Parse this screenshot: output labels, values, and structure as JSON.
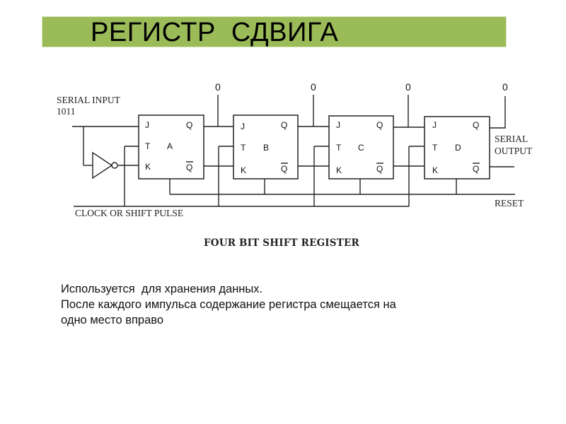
{
  "slide": {
    "title": "РЕГИСТР  СДВИГА",
    "title_bg_color": "#9bbb59"
  },
  "diagram": {
    "serial_input_label": "SERIAL  INPUT",
    "serial_input_value": "1011",
    "serial_output_label_line1": "SERIAL",
    "serial_output_label_line2": "OUTPUT",
    "clock_label": "CLOCK OR SHIFT PULSE",
    "reset_label": "RESET",
    "caption": "FOUR BIT SHIFT REGISTER",
    "pin_labels": {
      "j": "J",
      "t": "T",
      "k": "K",
      "q": "Q",
      "qbar": "Q"
    },
    "flip_flops": [
      {
        "name": "A",
        "output_value": "0"
      },
      {
        "name": "B",
        "output_value": "0"
      },
      {
        "name": "C",
        "output_value": "0"
      },
      {
        "name": "D",
        "output_value": "0"
      }
    ]
  },
  "description": {
    "lines": [
      "Используется  для хранения данных.",
      "После каждого импульса содержание регистра смещается на",
      "одно место вправо"
    ]
  }
}
